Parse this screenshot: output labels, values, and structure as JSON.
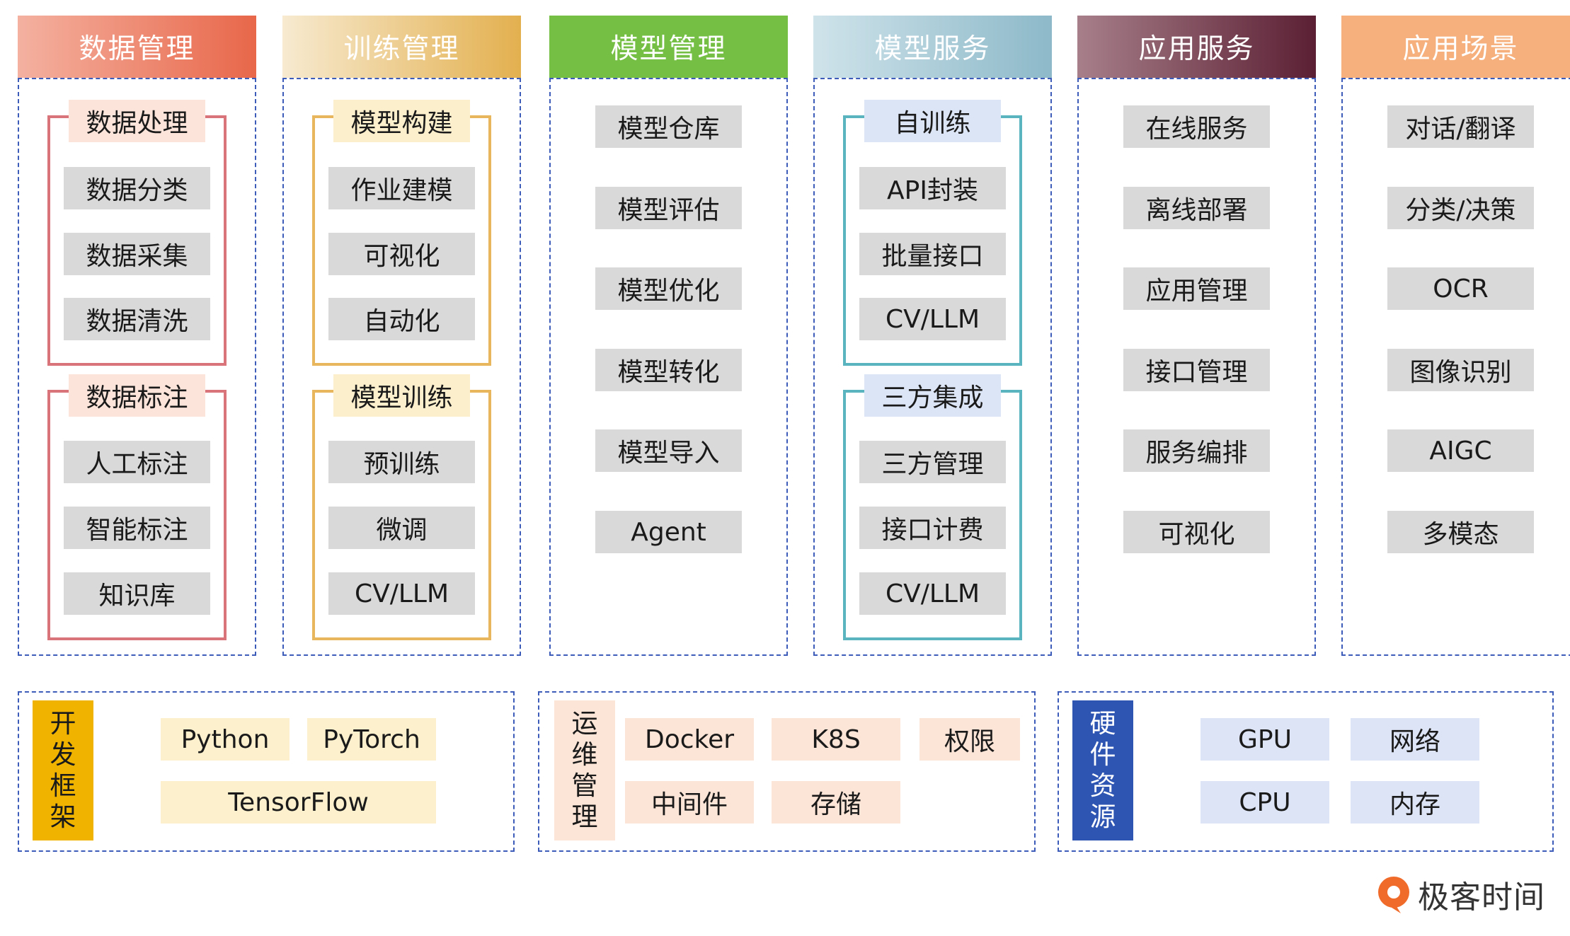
{
  "columns": [
    {
      "title": "数据管理",
      "header_gradient": [
        "#f4b1a0",
        "#e8674a"
      ],
      "groups": [
        {
          "title": "数据处理",
          "items": [
            "数据分类",
            "数据采集",
            "数据清洗"
          ],
          "border": "#d9747a",
          "title_bg": "#fce4da"
        },
        {
          "title": "数据标注",
          "items": [
            "人工标注",
            "智能标注",
            "知识库"
          ],
          "border": "#d9747a",
          "title_bg": "#fce4da"
        }
      ]
    },
    {
      "title": "训练管理",
      "header_gradient": [
        "#f7ead0",
        "#e3b04f"
      ],
      "groups": [
        {
          "title": "模型构建",
          "items": [
            "作业建模",
            "可视化",
            "自动化"
          ],
          "border": "#e8b65c",
          "title_bg": "#fcefcc"
        },
        {
          "title": "模型训练",
          "items": [
            "预训练",
            "微调",
            "CV/LLM"
          ],
          "border": "#e8b65c",
          "title_bg": "#fcefcc"
        }
      ]
    },
    {
      "title": "模型管理",
      "header_color": "#76bf45",
      "items": [
        "模型仓库",
        "模型评估",
        "模型优化",
        "模型转化",
        "模型导入",
        "Agent"
      ]
    },
    {
      "title": "模型服务",
      "header_gradient": [
        "#cfe3ea",
        "#8db9c9"
      ],
      "groups": [
        {
          "title": "自训练",
          "items": [
            "API封装",
            "批量接口",
            "CV/LLM"
          ],
          "border": "#5ab4bf",
          "title_bg": "#dce5f5"
        },
        {
          "title": "三方集成",
          "items": [
            "三方管理",
            "接口计费",
            "CV/LLM"
          ],
          "border": "#5ab4bf",
          "title_bg": "#dce5f5"
        }
      ]
    },
    {
      "title": "应用服务",
      "header_gradient": [
        "#a77f8a",
        "#5b1f33"
      ],
      "items": [
        "在线服务",
        "离线部署",
        "应用管理",
        "接口管理",
        "服务编排",
        "可视化"
      ]
    },
    {
      "title": "应用场景",
      "header_color": "#f5b07e",
      "items": [
        "对话/翻译",
        "分类/决策",
        "OCR",
        "图像识别",
        "AIGC",
        "多模态"
      ]
    }
  ],
  "bottom": [
    {
      "label": "开发框架",
      "label_bg": "#f0b400",
      "chip_bg": "#fdf0cc",
      "chips": [
        "Python",
        "PyTorch",
        "TensorFlow"
      ]
    },
    {
      "label": "运维管理",
      "label_bg": "#fce4d6",
      "chip_bg": "#fce4d6",
      "chips": [
        "Docker",
        "K8S",
        "权限",
        "中间件",
        "存储"
      ]
    },
    {
      "label": "硬件资源",
      "label_bg": "#2f55b3",
      "chip_bg": "#dde4f5",
      "chips": [
        "GPU",
        "网络",
        "CPU",
        "内存"
      ]
    }
  ],
  "brand": {
    "name": "极客时间",
    "icon": "geektime-logo-icon",
    "color": "#f06b2a"
  }
}
